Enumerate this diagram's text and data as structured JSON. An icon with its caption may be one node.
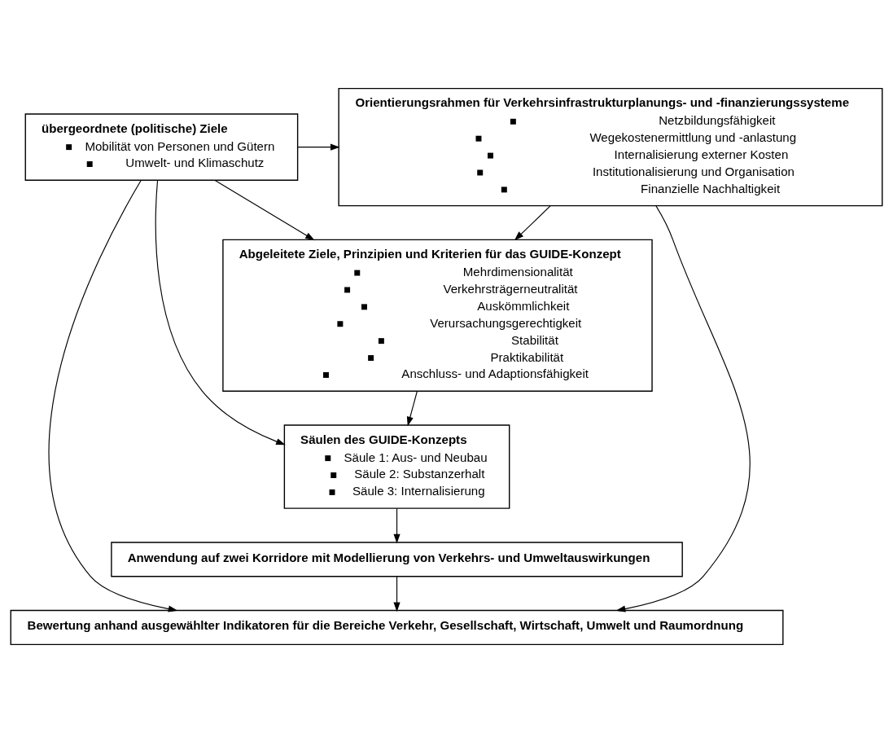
{
  "diagram": {
    "nodes": [
      {
        "text": [
          "übergeordnete (politische) Ziele",
          "Mobilität von Personen und Gütern",
          "Umwelt- und Klimaschutz"
        ]
      },
      {
        "text": [
          "Orientierungsrahmen für Verkehrsinfrastrukturplanungs- und -finanzierungssysteme",
          "Netzbildungsfähigkeit",
          "Wegekostenermittlung und -anlastung",
          "Internalisierung externer Kosten",
          "Institutionalisierung und Organisation",
          "Finanzielle Nachhaltigkeit"
        ]
      },
      {
        "text": [
          "Abgeleitete Ziele, Prinzipien und Kriterien für das GUIDE-Konzept",
          "Mehrdimensionalität",
          "Verkehrsträgerneutralität",
          "Auskömmlichkeit",
          "Verursachungsgerechtigkeit",
          "Stabilität",
          "Praktikabilität",
          "Anschluss- und Adaptionsfähigkeit"
        ]
      },
      {
        "text": [
          "Säulen des GUIDE-Konzepts",
          "Säule 1: Aus- und Neubau",
          "Säule 2: Substanzerhalt",
          "Säule 3: Internalisierung"
        ]
      },
      {
        "text": [
          "Anwendung auf zwei Korridore mit Modellierung von Verkehrs- und Umweltauswirkungen"
        ]
      },
      {
        "text": [
          "Bewertung anhand ausgewählter Indikatoren für die Bereiche Verkehr, Gesellschaft, Wirtschaft, Umwelt und Raumordnung"
        ]
      }
    ],
    "edges": [
      {
        "from": 0,
        "to": 1,
        "arrow": "to"
      },
      {
        "from": 0,
        "to": 5,
        "arrow": "to"
      },
      {
        "from": 0,
        "to": 3,
        "arrow": "to"
      },
      {
        "from": 0,
        "to": 2,
        "arrow": "to"
      },
      {
        "from": 1,
        "to": 2,
        "arrow": "to"
      },
      {
        "from": 1,
        "to": 5,
        "arrow": "to"
      },
      {
        "from": 2,
        "to": 3,
        "arrow": "to"
      },
      {
        "from": 3,
        "to": 4,
        "arrow": "to"
      },
      {
        "from": 4,
        "to": 5,
        "arrow": "to"
      }
    ]
  }
}
